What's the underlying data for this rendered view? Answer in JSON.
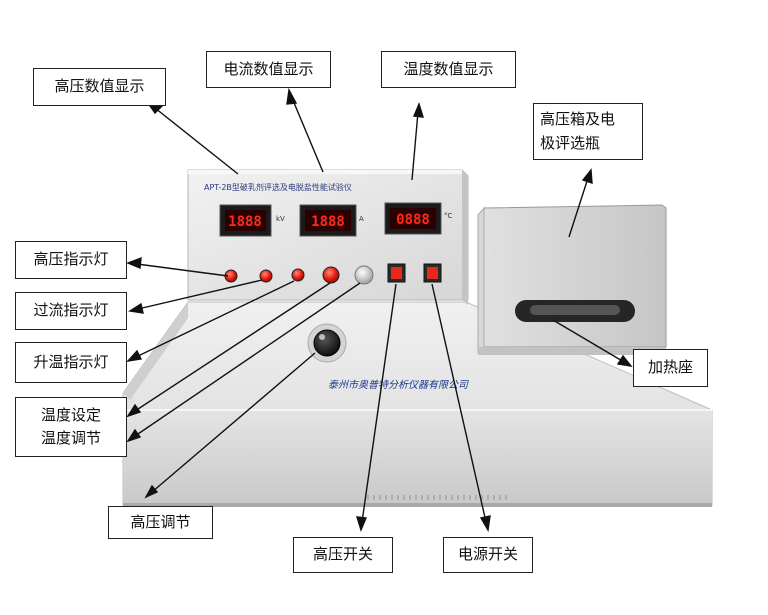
{
  "device": {
    "panel_title": "APT-2B型破乳剂评选及电脱盐性能试验仪",
    "maker": "泰州市奥普特分析仪器有限公司",
    "displays": [
      {
        "reading": "1888",
        "unit": "kV"
      },
      {
        "reading": "1888",
        "unit": "A"
      },
      {
        "reading": "0888",
        "unit": "°C"
      }
    ],
    "colors": {
      "led_red": "#ff2a1a",
      "body_gray": "#d9d9d9",
      "panel_gray": "#e2e2e2"
    }
  },
  "callouts": {
    "hv_display": "高压数值显示",
    "current_display": "电流数值显示",
    "temp_display": "温度数值显示",
    "hv_box": "高压箱及电\n极评选瓶",
    "hv_light": "高压指示灯",
    "oc_light": "过流指示灯",
    "temp_light": "升温指示灯",
    "temp_set": "温度设定\n温度调节",
    "heater": "加热座",
    "hv_adjust": "高压调节",
    "hv_switch": "高压开关",
    "power_switch": "电源开关"
  }
}
